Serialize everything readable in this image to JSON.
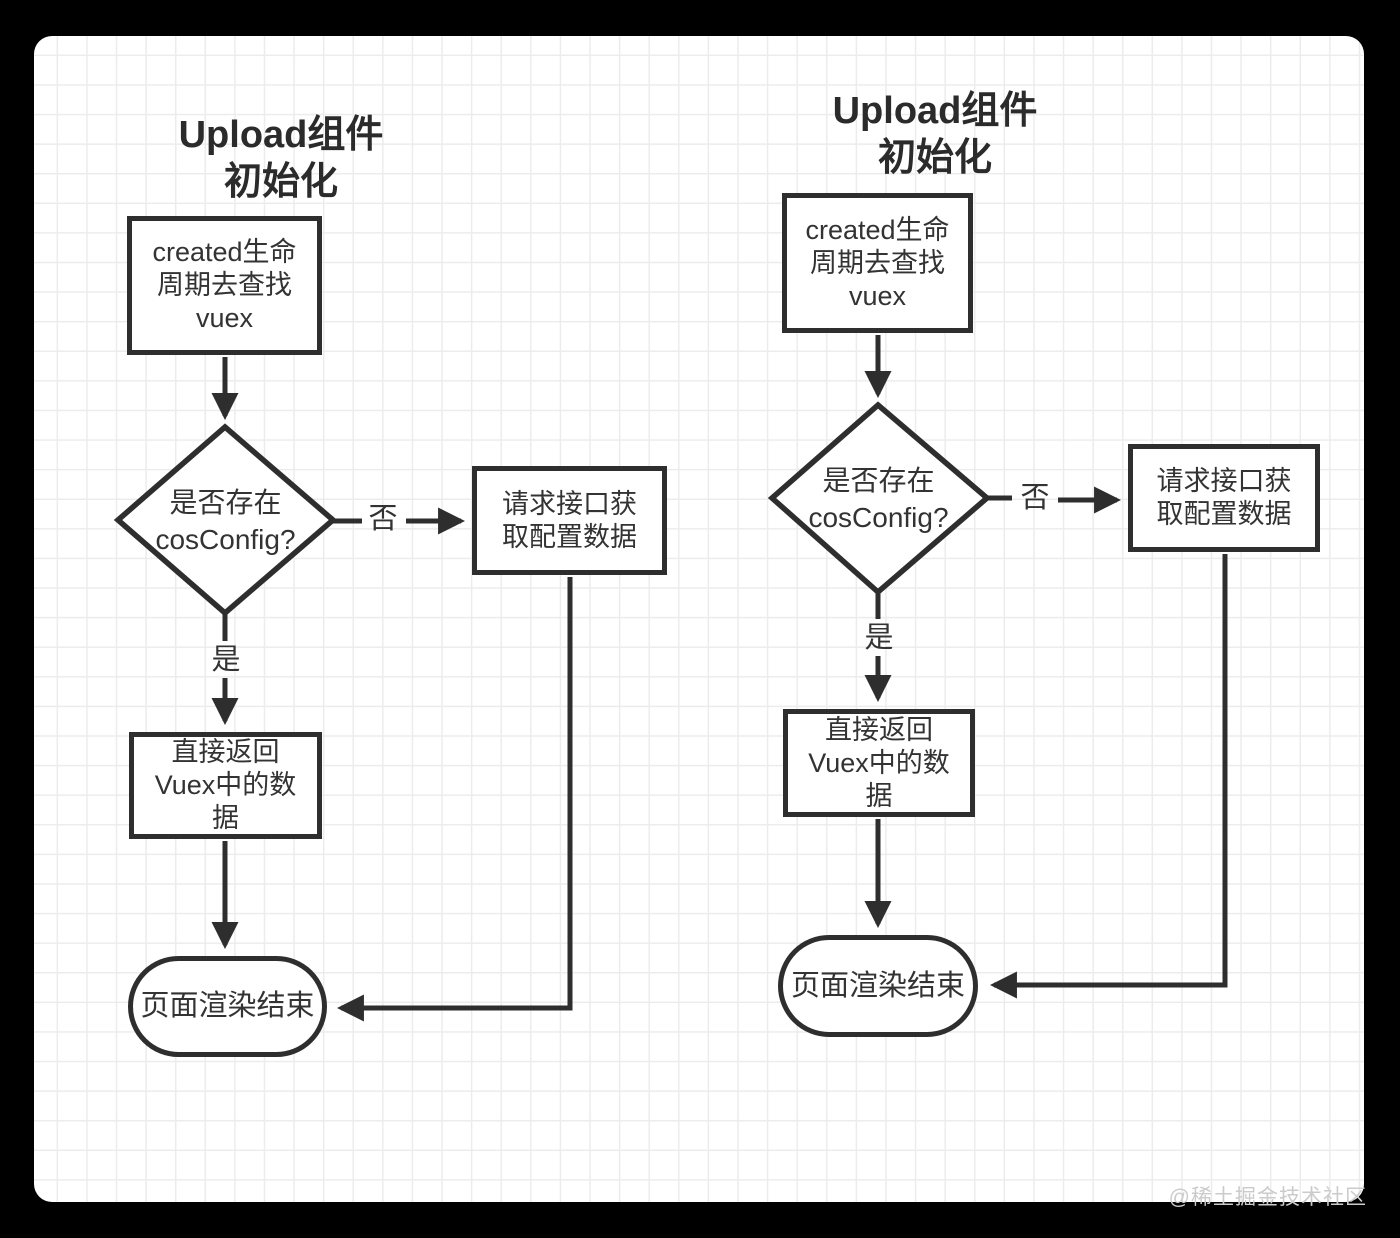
{
  "watermark": "@稀土掘金技术社区",
  "colors": {
    "frame": "#000000",
    "paper": "#ffffff",
    "grid": "#ececec",
    "stroke": "#2e2e2e",
    "text": "#333333",
    "watermark": "#cbcbcb"
  },
  "charts": [
    {
      "title": {
        "line1": "Upload组件",
        "line2": "初始化"
      },
      "nodes": {
        "start": {
          "line1": "created生命",
          "line2": "周期去查找",
          "line3": "vuex"
        },
        "decision": {
          "line1": "是否存在",
          "line2": "cosConfig?"
        },
        "fetch": {
          "line1": "请求接口获",
          "line2": "取配置数据"
        },
        "vuex": {
          "line1": "直接返回",
          "line2": "Vuex中的数",
          "line3": "据"
        },
        "end": {
          "label": "页面渲染结束"
        }
      },
      "edge_labels": {
        "no": "否",
        "yes": "是"
      }
    },
    {
      "title": {
        "line1": "Upload组件",
        "line2": "初始化"
      },
      "nodes": {
        "start": {
          "line1": "created生命",
          "line2": "周期去查找",
          "line3": "vuex"
        },
        "decision": {
          "line1": "是否存在",
          "line2": "cosConfig?"
        },
        "fetch": {
          "line1": "请求接口获",
          "line2": "取配置数据"
        },
        "vuex": {
          "line1": "直接返回",
          "line2": "Vuex中的数",
          "line3": "据"
        },
        "end": {
          "label": "页面渲染结束"
        }
      },
      "edge_labels": {
        "no": "否",
        "yes": "是"
      }
    }
  ]
}
